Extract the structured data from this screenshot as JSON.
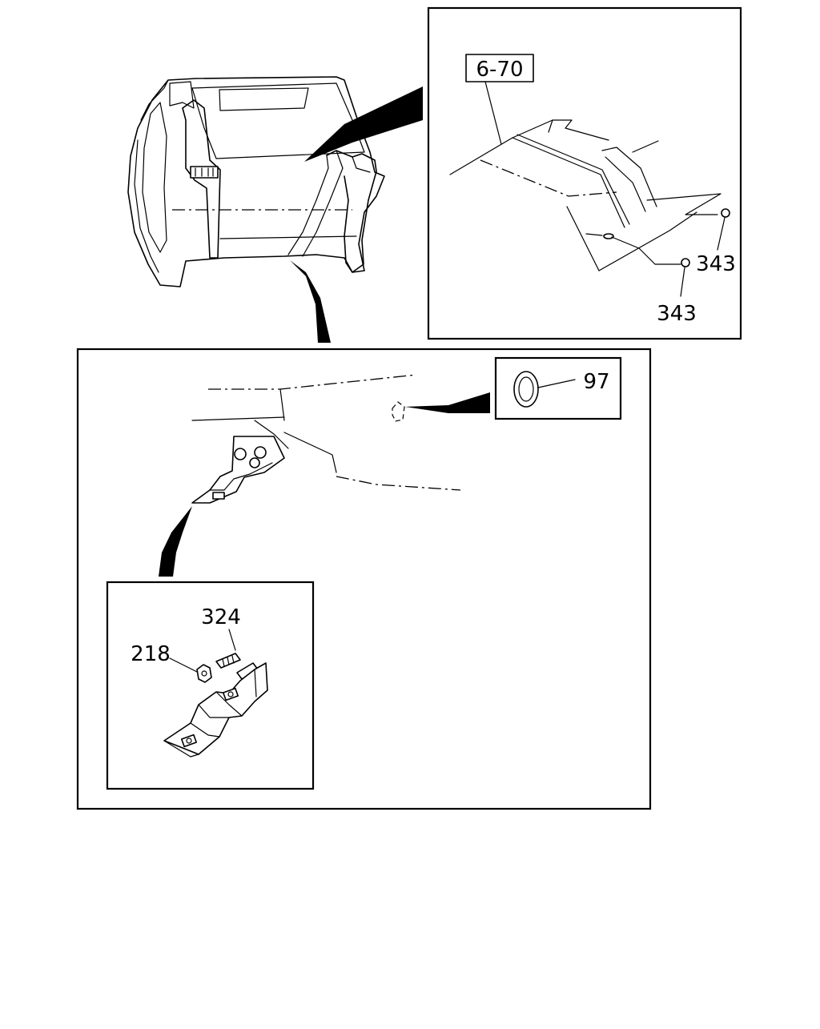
{
  "diagram": {
    "callouts": {
      "ref_6_70": "6-70",
      "clip_a": "343",
      "clip_b": "343",
      "grommet": "97",
      "bolt": "324",
      "nut": "218"
    }
  }
}
